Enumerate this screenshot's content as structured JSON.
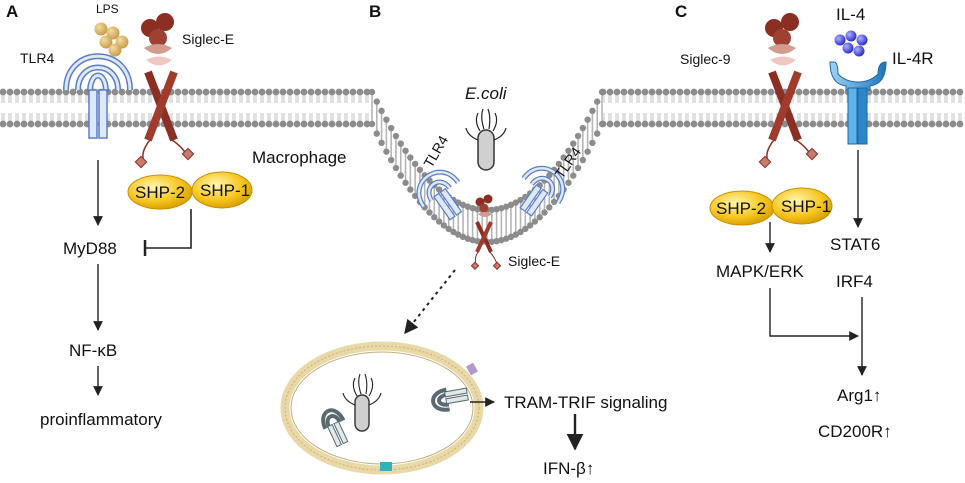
{
  "panels": {
    "a": "A",
    "b": "B",
    "c": "C"
  },
  "panel_a": {
    "lps": "LPS",
    "tlr4": "TLR4",
    "siglec_e": "Siglec-E",
    "shp2": "SHP-2",
    "shp1": "SHP-1",
    "myd88": "MyD88",
    "nfkb": "NF-κB",
    "outcome": "proinflammatory"
  },
  "panel_b": {
    "pathogen": "E.coli",
    "cell": "Macrophage",
    "tlr4_left": "TLR4",
    "tlr4_right": "TLR4",
    "siglec_e": "Siglec-E",
    "pathway": "TRAM-TRIF signaling",
    "outcome": "IFN-β↑"
  },
  "panel_c": {
    "siglec_9": "Siglec-9",
    "il4": "IL-4",
    "il4r": "IL-4R",
    "shp2": "SHP-2",
    "shp1": "SHP-1",
    "mapk": "MAPK/ERK",
    "stat6": "STAT6",
    "irf4": "IRF4",
    "arg1": "Arg1↑",
    "cd200r": "CD200R↑"
  },
  "colors": {
    "membrane_head": "#8c8c8c",
    "membrane_tail": "#b5b5b5",
    "siglec_dark": "#8b2f25",
    "siglec_light": "#f0d8d2",
    "tlr4_blue": "#5b7fc4",
    "tlr4_light": "#dfe8f8",
    "shp_yellow": "#f5c518",
    "lps_tan": "#deb364",
    "il4_blue": "#3b3fe0",
    "il4r_blue": "#2f8fd0",
    "arrow": "#222222"
  }
}
